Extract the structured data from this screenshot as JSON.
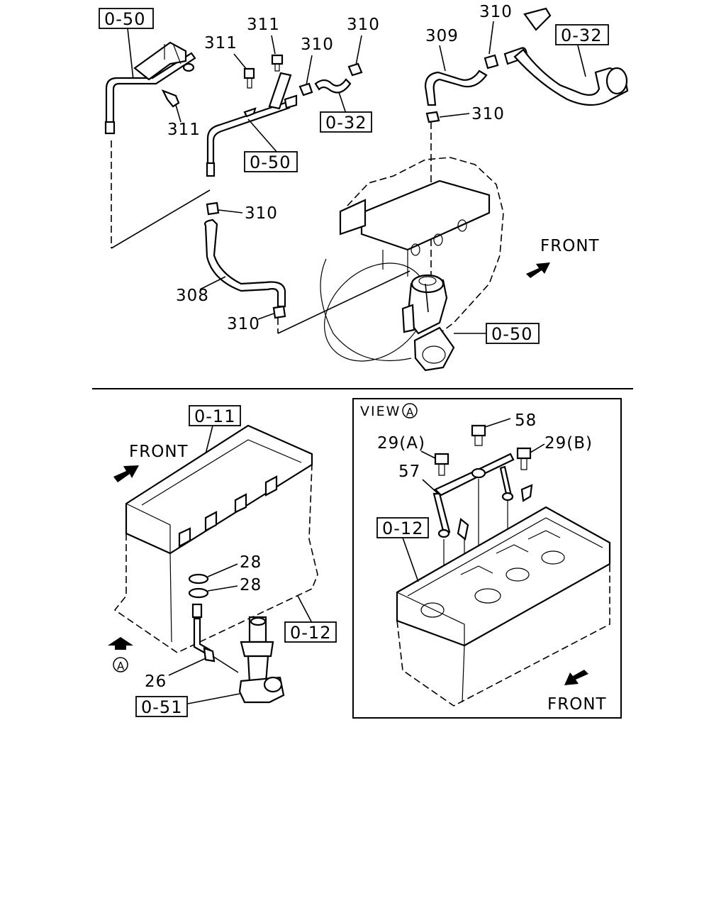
{
  "top": {
    "refs": {
      "ref_050_a": "0-50",
      "ref_050_b": "0-50",
      "ref_050_c": "0-50",
      "ref_032_a": "0-32",
      "ref_032_b": "0-32"
    },
    "parts": {
      "p311_a": "311",
      "p311_b": "311",
      "p311_c": "311",
      "p310_a": "310",
      "p310_b": "310",
      "p310_c": "310",
      "p310_d": "310",
      "p310_e": "310",
      "p310_f": "310",
      "p309": "309",
      "p308": "308"
    },
    "front_label": "FRONT"
  },
  "bottom_left": {
    "refs": {
      "ref_011": "0-11",
      "ref_012": "0-12",
      "ref_051": "0-51"
    },
    "parts": {
      "p28_a": "28",
      "p28_b": "28",
      "p26": "26"
    },
    "front_label": "FRONT",
    "view_marker": "A"
  },
  "view_a": {
    "title": "VIEW",
    "marker": "A",
    "refs": {
      "ref_012": "0-12"
    },
    "parts": {
      "p58": "58",
      "p29a": "29(A)",
      "p29b": "29(B)",
      "p57": "57"
    },
    "front_label": "FRONT"
  }
}
